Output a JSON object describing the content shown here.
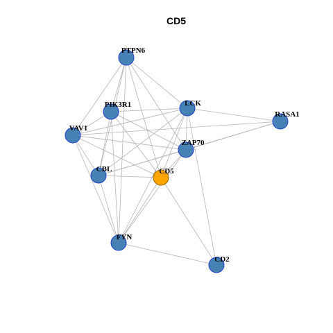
{
  "graph": {
    "title": "CD5",
    "colors": {
      "node_default": "#4682b4",
      "node_border": "#1f3fd0",
      "node_focus": "#ffa500",
      "node_focus_border": "#8a6a00",
      "edge": "#b3b3b3"
    },
    "nodes": [
      {
        "id": "PTPN6",
        "label": "PTPN6",
        "focus": false
      },
      {
        "id": "PIK3R1",
        "label": "PIK3R1",
        "focus": false
      },
      {
        "id": "LCK",
        "label": "LCK",
        "focus": false
      },
      {
        "id": "RASA1",
        "label": "RASA1",
        "focus": false
      },
      {
        "id": "VAV1",
        "label": "VAV1",
        "focus": false
      },
      {
        "id": "ZAP70",
        "label": "ZAP70",
        "focus": false
      },
      {
        "id": "CBL",
        "label": "CBL",
        "focus": false
      },
      {
        "id": "CD5",
        "label": "CD5",
        "focus": true
      },
      {
        "id": "FYN",
        "label": "FYN",
        "focus": false
      },
      {
        "id": "CD2",
        "label": "CD2",
        "focus": false
      }
    ],
    "edges": [
      [
        "PTPN6",
        "PIK3R1"
      ],
      [
        "PTPN6",
        "LCK"
      ],
      [
        "PTPN6",
        "VAV1"
      ],
      [
        "PTPN6",
        "ZAP70"
      ],
      [
        "PTPN6",
        "CBL"
      ],
      [
        "PTPN6",
        "CD5"
      ],
      [
        "PTPN6",
        "FYN"
      ],
      [
        "PIK3R1",
        "VAV1"
      ],
      [
        "PIK3R1",
        "LCK"
      ],
      [
        "PIK3R1",
        "ZAP70"
      ],
      [
        "PIK3R1",
        "CBL"
      ],
      [
        "PIK3R1",
        "CD5"
      ],
      [
        "PIK3R1",
        "FYN"
      ],
      [
        "LCK",
        "VAV1"
      ],
      [
        "LCK",
        "ZAP70"
      ],
      [
        "LCK",
        "CBL"
      ],
      [
        "LCK",
        "CD5"
      ],
      [
        "LCK",
        "RASA1"
      ],
      [
        "LCK",
        "CD2"
      ],
      [
        "LCK",
        "FYN"
      ],
      [
        "RASA1",
        "ZAP70"
      ],
      [
        "RASA1",
        "CBL"
      ],
      [
        "RASA1",
        "VAV1"
      ],
      [
        "VAV1",
        "ZAP70"
      ],
      [
        "VAV1",
        "CBL"
      ],
      [
        "VAV1",
        "CD5"
      ],
      [
        "VAV1",
        "FYN"
      ],
      [
        "ZAP70",
        "CD5"
      ],
      [
        "ZAP70",
        "CBL"
      ],
      [
        "ZAP70",
        "FYN"
      ],
      [
        "CBL",
        "CD5"
      ],
      [
        "CBL",
        "FYN"
      ],
      [
        "CD5",
        "FYN"
      ],
      [
        "CD5",
        "CD2"
      ],
      [
        "FYN",
        "CD2"
      ]
    ]
  }
}
